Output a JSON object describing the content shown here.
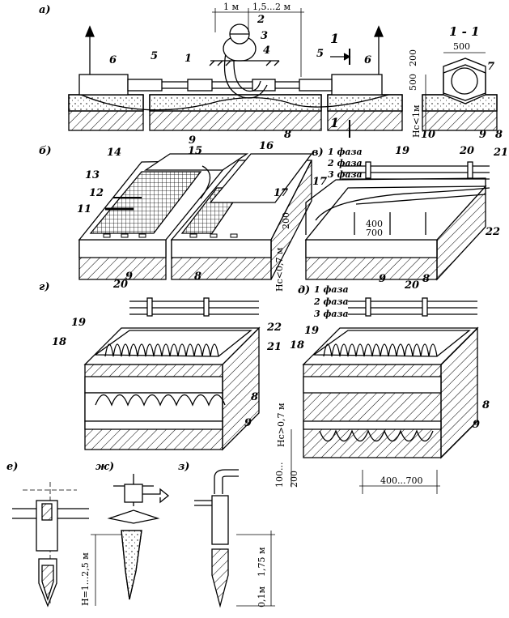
{
  "panels": {
    "a": "а)",
    "b": "б)",
    "v": "в)",
    "g": "г)",
    "d": "д)",
    "e": "е)",
    "zh": "ж)",
    "z": "з)",
    "section": "1 - 1"
  },
  "numbers": [
    "1",
    "2",
    "3",
    "4",
    "5",
    "6",
    "7",
    "8",
    "9",
    "10",
    "11",
    "12",
    "13",
    "14",
    "15",
    "16",
    "17",
    "18",
    "19",
    "20",
    "21",
    "22"
  ],
  "section_marks": {
    "mark_top": "1",
    "mark_bottom": "1"
  },
  "dimensions": {
    "a_1m": "1 м",
    "a_range": "1,5...2 м",
    "sec_500_top": "500",
    "sec_200": "200",
    "sec_500": "500",
    "sec_H": "Hc<1м",
    "v_200": "200",
    "v_H": "Hc<0,7 м",
    "v_400": "400",
    "v_700": "700",
    "d_H": "Hc>0,7 м",
    "d_100": "100...",
    "d_200": "200",
    "d_spacing": "400...700",
    "zh_H": "H=1...2,5 м",
    "z_175": "1,75 м",
    "z_01": "0,1м"
  },
  "phases": {
    "v": [
      "1 фаза",
      "2 фаза",
      "3 фаза"
    ],
    "d": [
      "1 фаза",
      "2 фаза",
      "3 фаза"
    ]
  }
}
